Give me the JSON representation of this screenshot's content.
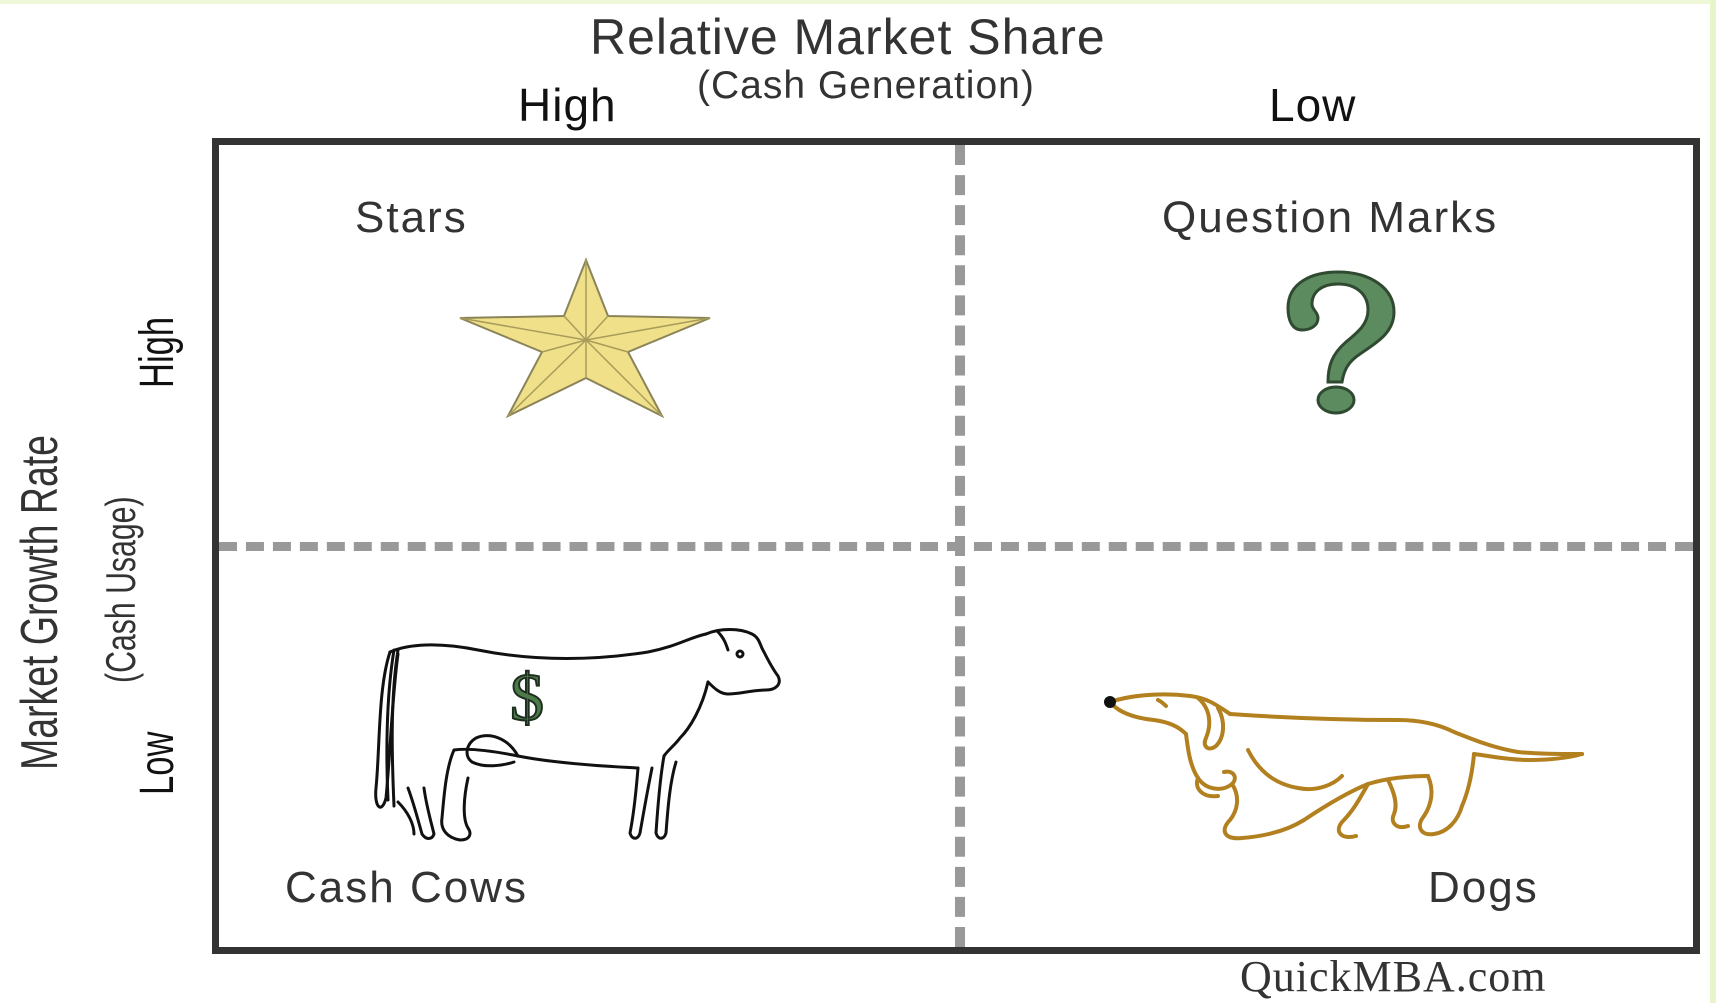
{
  "title": "Relative Market Share",
  "subtitle": "(Cash Generation)",
  "x_axis": {
    "high_label": "High",
    "low_label": "Low"
  },
  "y_axis": {
    "title": "Market Growth Rate",
    "subtitle": "(Cash Usage)",
    "high_label": "High",
    "low_label": "Low"
  },
  "quadrants": [
    {
      "label": "Stars",
      "icon": "star-icon",
      "color": "#f0e08a"
    },
    {
      "label": "Question Marks",
      "icon": "question-mark-icon",
      "color": "#5b8b5e"
    },
    {
      "label": "Cash Cows",
      "icon": "cow-icon",
      "color": "#111111"
    },
    {
      "label": "Dogs",
      "icon": "dog-icon",
      "color": "#b3801f"
    }
  ],
  "cow_symbol": "$",
  "credit": "QuickMBA.com"
}
